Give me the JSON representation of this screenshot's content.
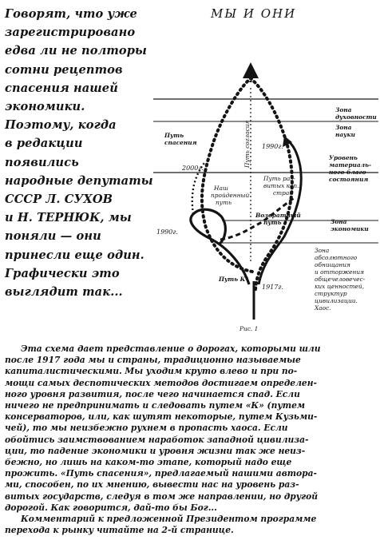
{
  "intro_lines": [
    "Говорят, что уже",
    "зарегистрировано",
    "едва ли не полторы",
    "сотни рецептов",
    "спасения нашей",
    "экономики.",
    "Поэтому, когда",
    "в редакции",
    "появились",
    "народные депутаты",
    "СССР Л. СУХОВ",
    "и Н. ТЕРНЮК, мы",
    "поняли — они",
    "принесли еще один.",
    "Графически это",
    "выглядит так..."
  ],
  "diagram": {
    "title": "МЫ И ОНИ",
    "zones": {
      "spirituality": [
        "Зона",
        "духовности"
      ],
      "science": [
        "Зона",
        "науки"
      ],
      "welfare": [
        "Уровень",
        "материаль-",
        "ного благо-",
        "состояния"
      ],
      "economy": [
        "Зона",
        "экономики"
      ],
      "chaos": [
        "Зона",
        "абсолютного",
        "обнищания",
        "и отторжения",
        "общечеловечес-",
        "ких ценностей,",
        "структур",
        "цивилизации.",
        "Хаос."
      ]
    },
    "paths": {
      "salvation": [
        "Путь",
        "спасения"
      ],
      "consent": "Путь согласия",
      "not_passed": [
        "Наш",
        "пройденный",
        "путь"
      ],
      "developed": [
        "Путь раз-",
        "витых кап.",
        "стран"
      ],
      "return": [
        "Возвратный",
        "путь"
      ],
      "k": "Путь К*"
    },
    "years": {
      "y1990_right": "1990г.",
      "y2000": "2000г.",
      "y1990_left": "1990г.",
      "y1917": "1917г."
    },
    "caption": "Рис. 1"
  },
  "body_lines": [
    "Эта схема дает представление о дорогах, которыми шли",
    "после 1917 года мы и страны, традиционно называемые",
    "капиталистическими. Мы уходим круто влево и при по-",
    "мощи самых деспотических методов достигаем определен-",
    "ного уровня развития, после чего начинается спад. Если",
    "ничего не предпринимать и следовать путем «К» (путем",
    "консерваторов, или, как шутят некоторые, путем Кузьми-",
    "чей), то мы неизбежно рухнем в пропасть хаоса. Если",
    "обойтись заимствованием наработок западной цивилиза-",
    "ции, то падение экономики и уровня жизни так же неиз-",
    "бежно, но лишь на каком-то этапе, который надо еще",
    "прожить. «Путь спасения», предлагаемый нашими автора-",
    "ми, способен, по их мнению, вывести нас на уровень раз-",
    "витых государств, следуя в том же направлении, но другой",
    "дорогой. Как говорится, дай-то бы Бог...",
    "Комментарий к предложенной Президентом программе",
    "перехода к рынку читайте на 2-й странице."
  ]
}
